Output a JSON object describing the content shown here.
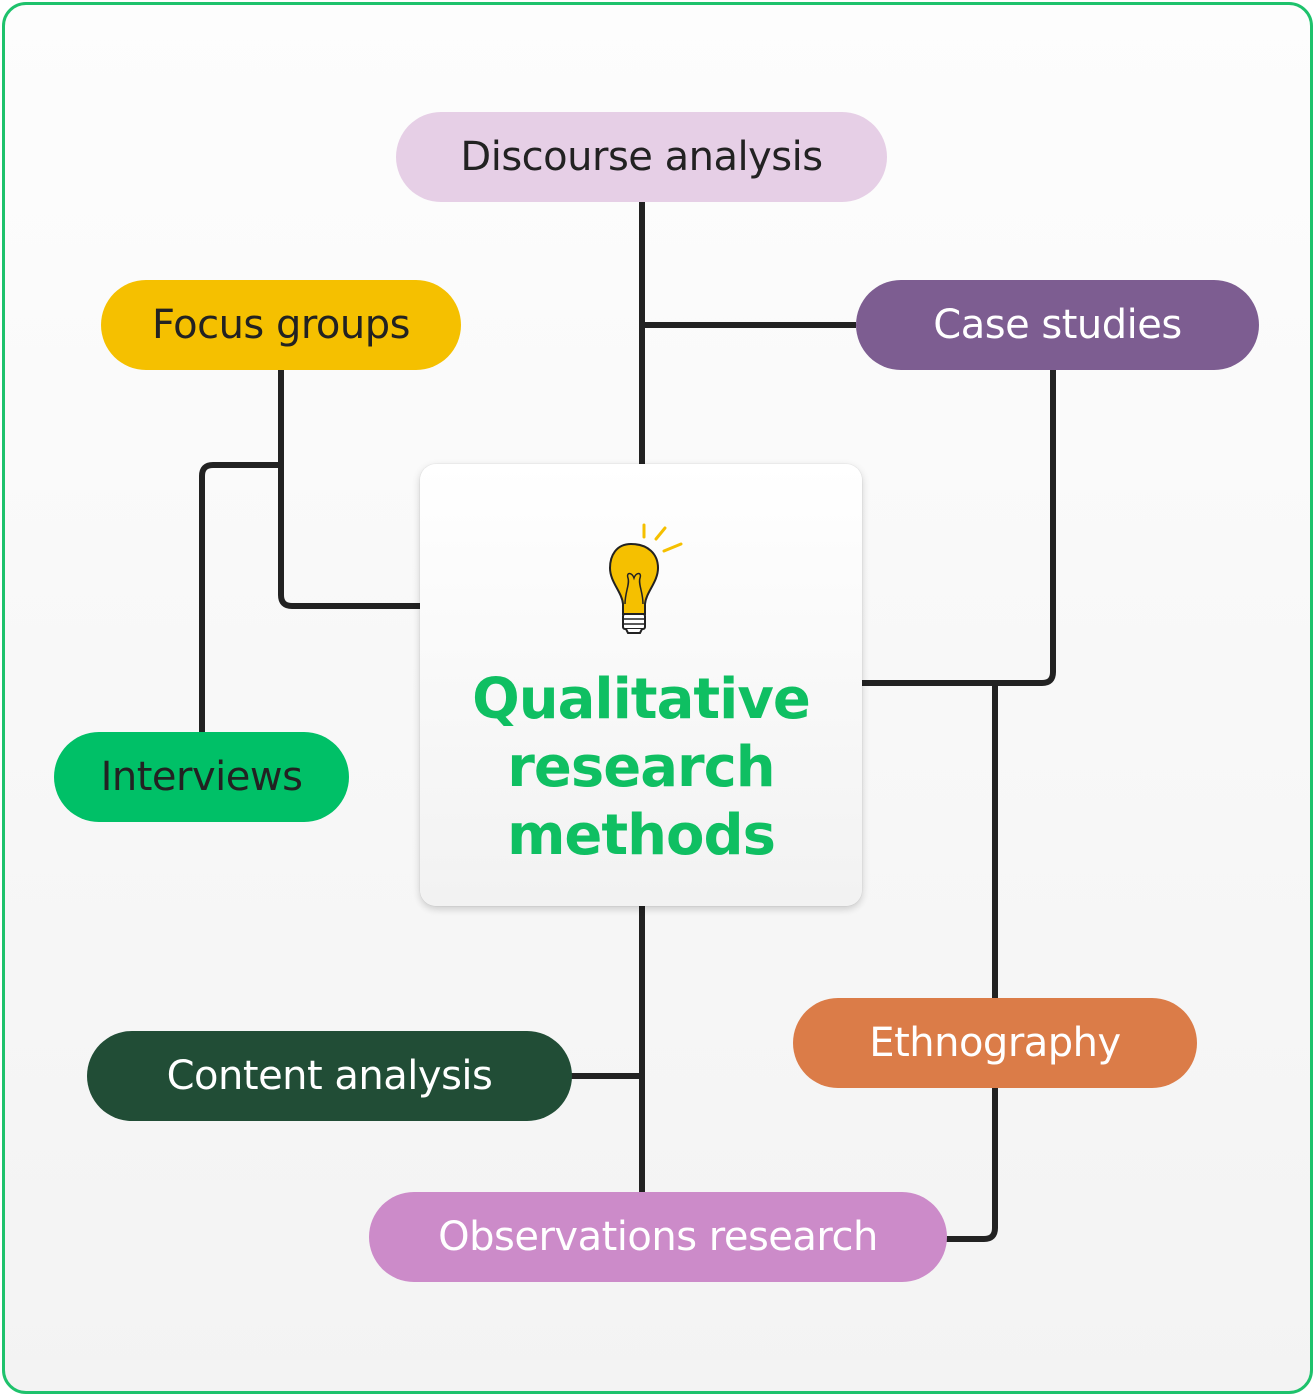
{
  "diagram": {
    "central_topic": {
      "lines": [
        "Qualitative",
        "research",
        "methods"
      ],
      "icon": "lightbulb-icon",
      "color": "#0fbf62"
    },
    "methods": [
      {
        "id": "discourse",
        "label": "Discourse analysis",
        "bg": "#e6cfe6",
        "text_color": "#222222"
      },
      {
        "id": "focus",
        "label": "Focus groups",
        "bg": "#f5c000",
        "text_color": "#222222"
      },
      {
        "id": "case",
        "label": "Case studies",
        "bg": "#7d5d91",
        "text_color": "#ffffff"
      },
      {
        "id": "interviews",
        "label": "Interviews",
        "bg": "#00c067",
        "text_color": "#222222"
      },
      {
        "id": "ethnography",
        "label": "Ethnography",
        "bg": "#db7c48",
        "text_color": "#ffffff"
      },
      {
        "id": "content",
        "label": "Content analysis",
        "bg": "#214d36",
        "text_color": "#ffffff"
      },
      {
        "id": "observations",
        "label": "Observations research",
        "bg": "#cc8bc9",
        "text_color": "#ffffff"
      }
    ],
    "frame_color": "#1ec26c",
    "connector_color": "#222222"
  }
}
